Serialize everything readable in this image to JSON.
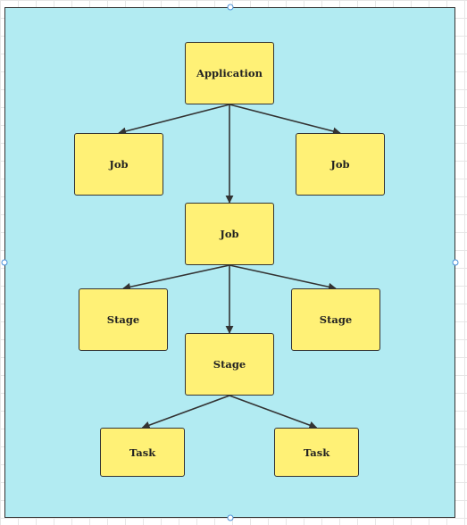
{
  "diagram": {
    "nodes": {
      "application": "Application",
      "job_left": "Job",
      "job_right": "Job",
      "job_center": "Job",
      "stage_left": "Stage",
      "stage_right": "Stage",
      "stage_center": "Stage",
      "task_left": "Task",
      "task_right": "Task"
    },
    "edges": [
      [
        "application",
        "job_left"
      ],
      [
        "application",
        "job_center"
      ],
      [
        "application",
        "job_right"
      ],
      [
        "job_center",
        "stage_left"
      ],
      [
        "job_center",
        "stage_center"
      ],
      [
        "job_center",
        "stage_right"
      ],
      [
        "stage_center",
        "task_left"
      ],
      [
        "stage_center",
        "task_right"
      ]
    ],
    "colors": {
      "canvas": "#b2ebf2",
      "node_fill": "#fff176",
      "stroke": "#333333",
      "handle": "#4a90d9"
    }
  }
}
